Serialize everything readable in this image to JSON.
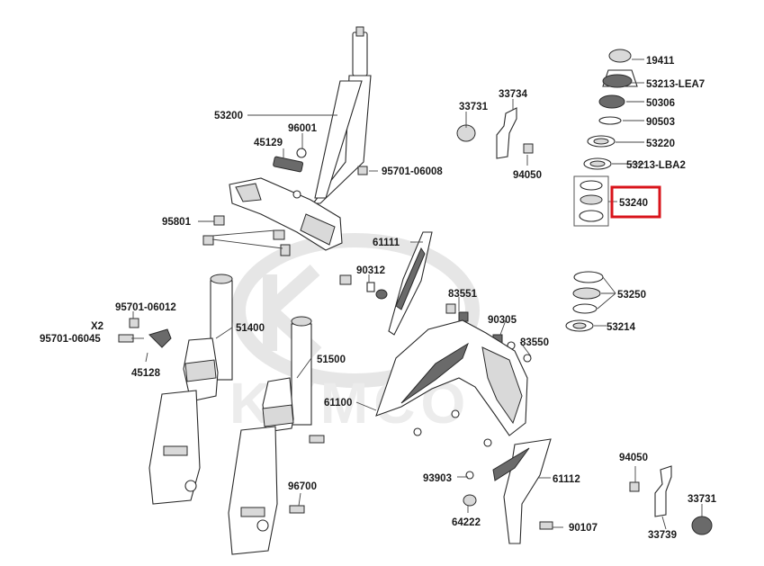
{
  "watermark_text": "KYMCO",
  "highlight_color": "#d9141b",
  "highlighted_part": "53240",
  "labels": {
    "p53200": "53200",
    "p96001": "96001",
    "p45129": "45129",
    "p95801": "95801",
    "p95701_06008": "95701-06008",
    "p33731a": "33731",
    "p33734": "33734",
    "p94050a": "94050",
    "p19411": "19411",
    "p53213_lea7": "53213-LEA7",
    "p50306": "50306",
    "p90503": "90503",
    "p53220": "53220",
    "p53213_lba2": "53213-LBA2",
    "p53240": "53240",
    "p61111": "61111",
    "p90312": "90312",
    "p83551": "83551",
    "p90305": "90305",
    "p83550": "83550",
    "p53250": "53250",
    "p53214": "53214",
    "p95701_06012": "95701-06012",
    "x2": "X2",
    "p95701_06045": "95701-06045",
    "p45128": "45128",
    "p51400": "51400",
    "p51500": "51500",
    "p61100": "61100",
    "p93903": "93903",
    "p61112": "61112",
    "p94050b": "94050",
    "p96700": "96700",
    "p64222": "64222",
    "p90107": "90107",
    "p33731b": "33731",
    "p33739": "33739"
  }
}
